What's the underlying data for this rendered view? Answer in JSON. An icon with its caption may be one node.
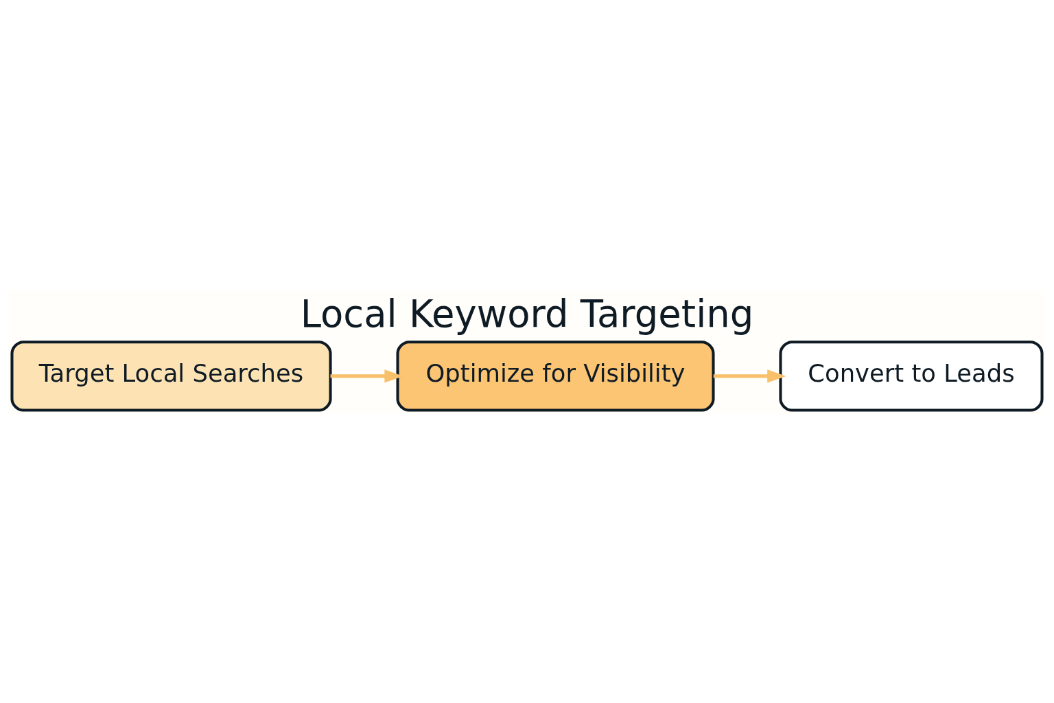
{
  "diagram": {
    "title": "Local Keyword Targeting",
    "nodes": [
      {
        "text": [
          "Target Local Searches"
        ]
      },
      {
        "text": [
          "Optimize for Visibility"
        ]
      },
      {
        "text": [
          "Convert to Leads"
        ]
      }
    ],
    "edges": [
      {
        "from": 0,
        "to": 1,
        "arrow": "to"
      },
      {
        "from": 1,
        "to": 2,
        "arrow": "to"
      }
    ]
  }
}
